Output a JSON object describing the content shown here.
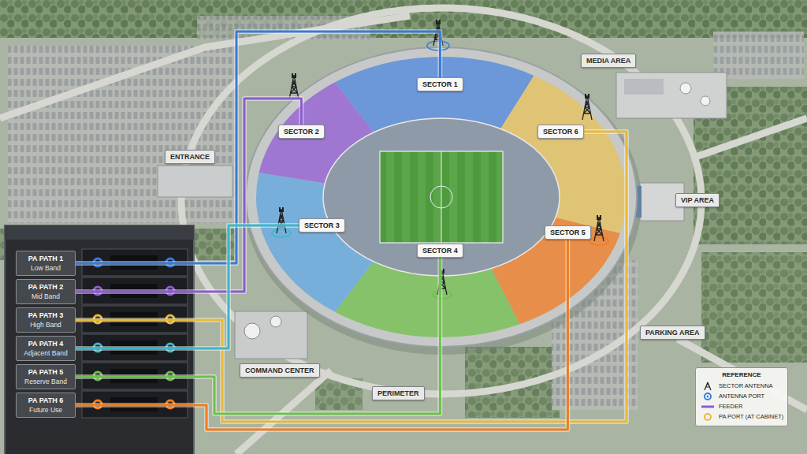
{
  "diagram": {
    "nodes": [
      {
        "text": [
          "SECTOR 1"
        ]
      },
      {
        "text": [
          "SECTOR 2"
        ]
      },
      {
        "text": [
          "SECTOR 3"
        ]
      },
      {
        "text": [
          "SECTOR 4"
        ]
      },
      {
        "text": [
          "SECTOR 5"
        ]
      },
      {
        "text": [
          "SECTOR 6"
        ]
      },
      {
        "text": [
          "MEDIA AREA"
        ]
      },
      {
        "text": [
          "ENTRANCE"
        ]
      },
      {
        "text": [
          "VIP AREA"
        ]
      },
      {
        "text": [
          "PARKING AREA"
        ]
      },
      {
        "text": [
          "COMMAND CENTER"
        ]
      },
      {
        "text": [
          "PERIMETER"
        ]
      },
      {
        "text": [
          "PA PATH 1",
          "Low Band"
        ]
      },
      {
        "text": [
          "PA PATH 2",
          "Mid Band"
        ]
      },
      {
        "text": [
          "PA PATH 3",
          "High Band"
        ]
      },
      {
        "text": [
          "PA PATH 4",
          "Adjacent Band"
        ]
      },
      {
        "text": [
          "PA PATH 5",
          "Reserve Band"
        ]
      },
      {
        "text": [
          "PA PATH 6",
          "Future Use"
        ]
      }
    ],
    "edges": [
      {
        "from": 12,
        "to": 0,
        "arrow": "none"
      },
      {
        "from": 13,
        "to": 1,
        "arrow": "none"
      },
      {
        "from": 14,
        "to": 5,
        "arrow": "none"
      },
      {
        "from": 15,
        "to": 2,
        "arrow": "none"
      },
      {
        "from": 16,
        "to": 3,
        "arrow": "none"
      },
      {
        "from": 17,
        "to": 4,
        "arrow": "none"
      }
    ],
    "labels": [
      "REFERENCE"
    ],
    "legend": [
      {
        "text": "SECTOR ANTENNA"
      },
      {
        "text": "ANTENNA PORT"
      },
      {
        "text": "FEEDER"
      },
      {
        "text": "PA PORT (AT CABINET)"
      }
    ]
  }
}
